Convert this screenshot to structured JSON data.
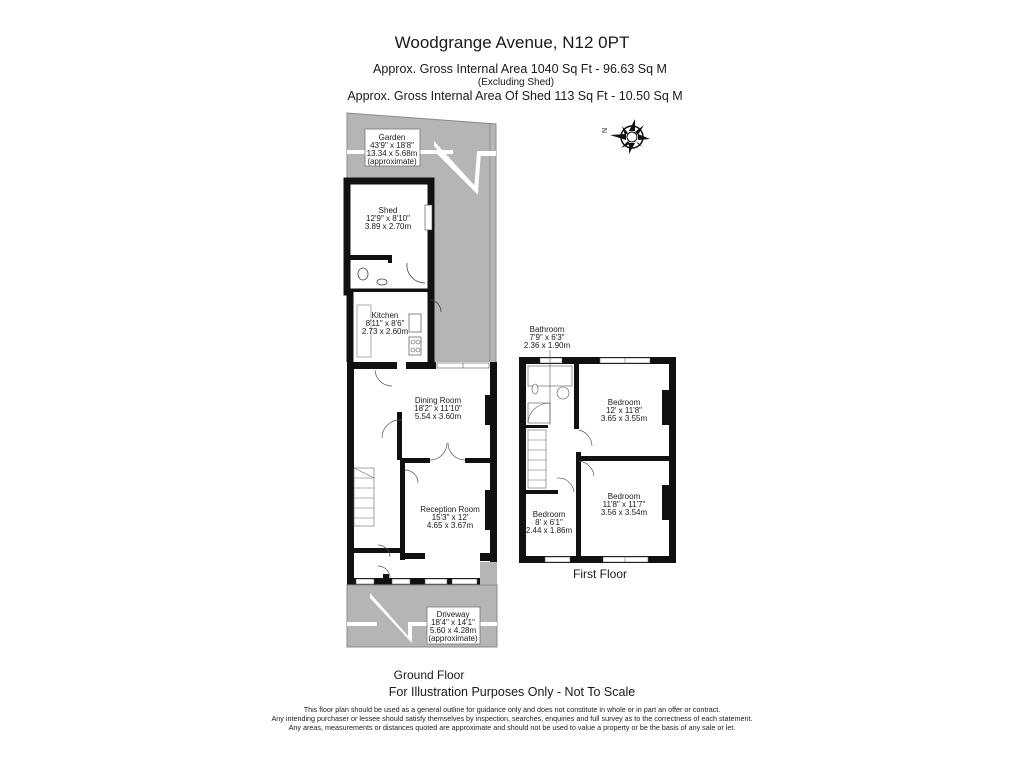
{
  "header": {
    "title": "Woodgrange Avenue, N12 0PT",
    "gross_area": "Approx. Gross Internal Area   1040 Sq Ft  -  96.63 Sq M",
    "excluding_note": "(Excluding Shed)",
    "shed_area": "Approx. Gross Internal Area Of Shed  113 Sq Ft  -  10.50 Sq M"
  },
  "compass": {
    "icon": "compass-rose-icon",
    "north_label": "N"
  },
  "ground_floor": {
    "label": "Ground Floor",
    "rooms": [
      {
        "name": "Garden",
        "imperial": "43'9\" x 18'8\"",
        "metric": "13.34 x 5.68m",
        "note": "(approximate)"
      },
      {
        "name": "Shed",
        "imperial": "12'9\" x 8'10\"",
        "metric": "3.89 x 2.70m"
      },
      {
        "name": "Kitchen",
        "imperial": "8'11\" x 8'6\"",
        "metric": "2.73 x 2.60m"
      },
      {
        "name": "Dining Room",
        "imperial": "18'2\" x 11'10\"",
        "metric": "5.54 x 3.60m"
      },
      {
        "name": "Reception Room",
        "imperial": "15'3\" x 12'",
        "metric": "4.65 x 3.67m"
      },
      {
        "name": "Driveway",
        "imperial": "18'4\" x 14'1\"",
        "metric": "5.60 x 4.28m",
        "note": "(approximate)"
      }
    ]
  },
  "first_floor": {
    "label": "First Floor",
    "rooms": [
      {
        "name": "Bathroom",
        "imperial": "7'9\" x 6'3\"",
        "metric": "2.36 x 1.90m"
      },
      {
        "name": "Bedroom",
        "imperial": "12' x 11'8\"",
        "metric": "3.65 x 3.55m"
      },
      {
        "name": "Bedroom",
        "imperial": "11'8\" x 11'7\"",
        "metric": "3.56 x 3.54m"
      },
      {
        "name": "Bedroom",
        "imperial": "8' x 6'1\"",
        "metric": "2.44 x 1.86m"
      }
    ]
  },
  "footer": {
    "illustration": "For Illustration Purposes Only - Not To Scale",
    "disclaimer": [
      "This floor plan should be used as a general outline for guidance only and does not constitute in whole or in part an offer or contract.",
      "Any intending purchaser or lessee should satisfy themselves by inspection, searches, enquiries and full survey as to the correctness of each statement.",
      "Any areas, measurements or distances quoted are approximate and should not be used to value a property or be the basis of any sale or let."
    ]
  },
  "colors": {
    "wall": "#111111",
    "outdoor": "#b5b5b7",
    "outdoor_edge": "#8a8a8a",
    "background": "#ffffff"
  }
}
